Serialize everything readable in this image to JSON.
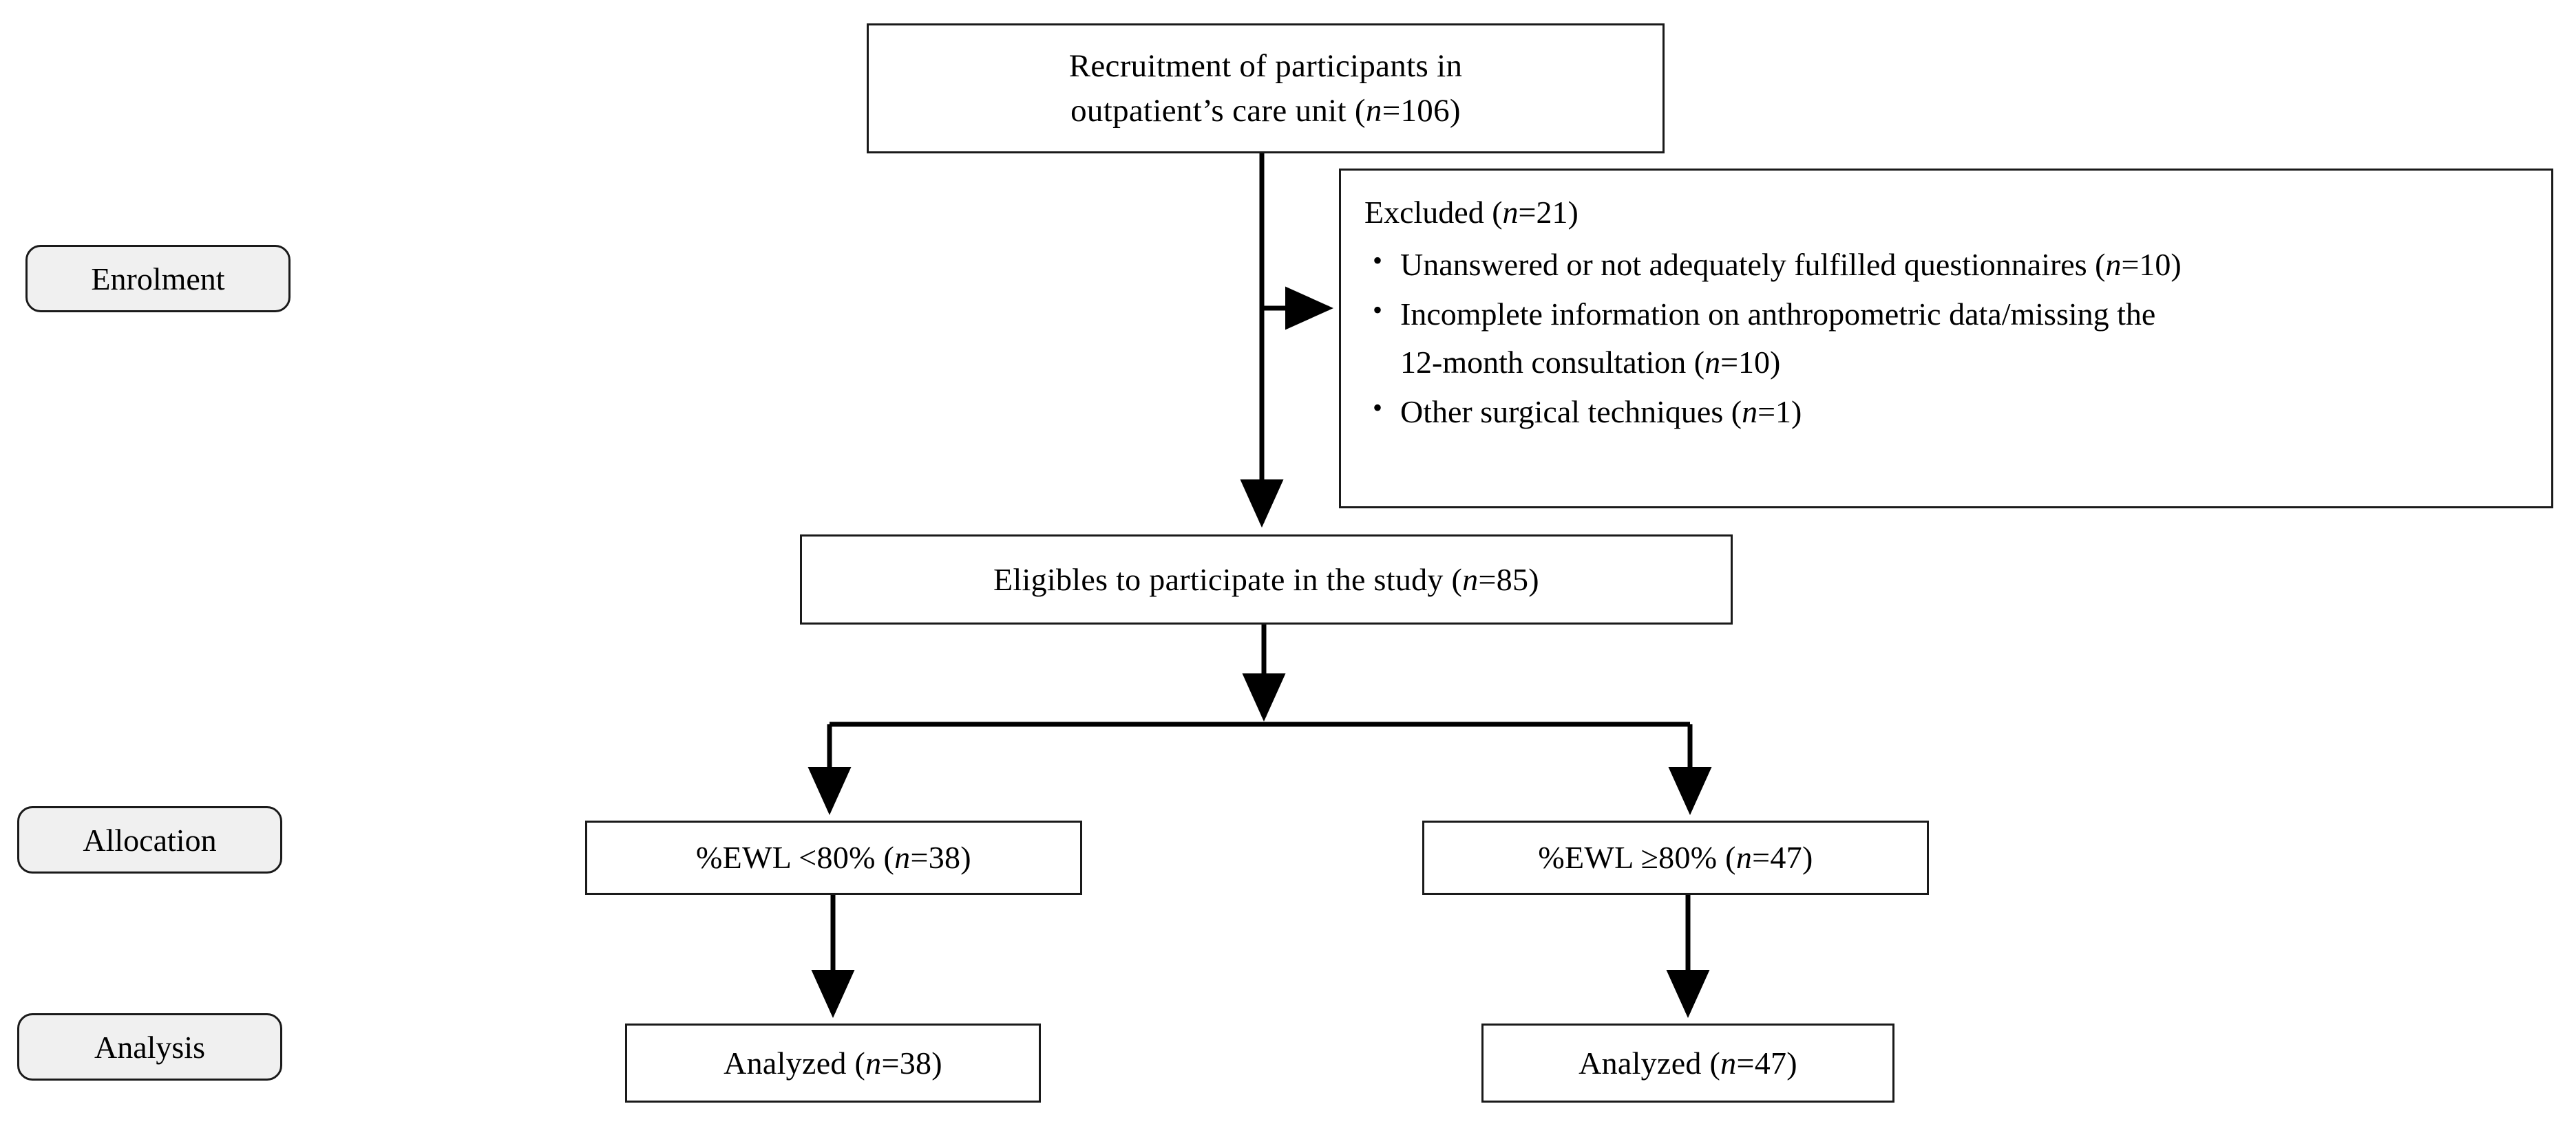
{
  "diagram": {
    "title": "CONSORT-style participant flow diagram",
    "colors": {
      "node_border": "#1a1a1a",
      "node_fill": "#ffffff",
      "stage_fill": "#f0f0f0",
      "connector": "#000000",
      "text": "#000000"
    }
  },
  "stages": [
    {
      "id": "enrolment",
      "label": "Enrolment"
    },
    {
      "id": "allocation",
      "label": "Allocation"
    },
    {
      "id": "analysis",
      "label": "Analysis"
    }
  ],
  "nodes": {
    "recruitment": {
      "line1": "Recruitment of participants in",
      "line2_prefix": "outpatient’s care unit (",
      "line2_n": "n",
      "line2_suffix": "=106)"
    },
    "excluded": {
      "title_prefix": "Excluded (",
      "title_n": "n",
      "title_suffix": "=21)",
      "items": [
        {
          "bullet": "•",
          "text_prefix": "Unanswered or not adequately fulfilled questionnaires (",
          "n": "n",
          "text_suffix": "=10)"
        },
        {
          "bullet": "•",
          "text_prefix": "Incomplete information on anthropometric data/missing the",
          "text_line2_prefix": "12-month consultation (",
          "n": "n",
          "text_suffix": "=10)"
        },
        {
          "bullet": "•",
          "text_prefix": "Other surgical techniques (",
          "n": "n",
          "text_suffix": "=1)"
        }
      ]
    },
    "eligibles": {
      "prefix": "Eligibles to participate in the study (",
      "n": "n",
      "suffix": "=85)"
    },
    "ewl_low": {
      "prefix": "%EWL <80% (",
      "n": "n",
      "suffix": "=38)"
    },
    "ewl_high": {
      "prefix": "%EWL ≥80% (",
      "n": "n",
      "suffix": "=47)"
    },
    "analyzed_low": {
      "prefix": "Analyzed (",
      "n": "n",
      "suffix": "=38)"
    },
    "analyzed_high": {
      "prefix": "Analyzed (",
      "n": "n",
      "suffix": "=47)"
    }
  },
  "connectors": [
    {
      "id": "recruitment-to-eligibles",
      "type": "vertical-arrow"
    },
    {
      "id": "recruitment-to-excluded",
      "type": "horizontal-arrow"
    },
    {
      "id": "eligibles-to-split",
      "type": "vertical-arrow"
    },
    {
      "id": "split-to-ewl-low",
      "type": "elbow-arrow"
    },
    {
      "id": "split-to-ewl-high",
      "type": "elbow-arrow"
    },
    {
      "id": "ewl-low-to-analyzed-low",
      "type": "vertical-arrow"
    },
    {
      "id": "ewl-high-to-analyzed-high",
      "type": "vertical-arrow"
    }
  ]
}
